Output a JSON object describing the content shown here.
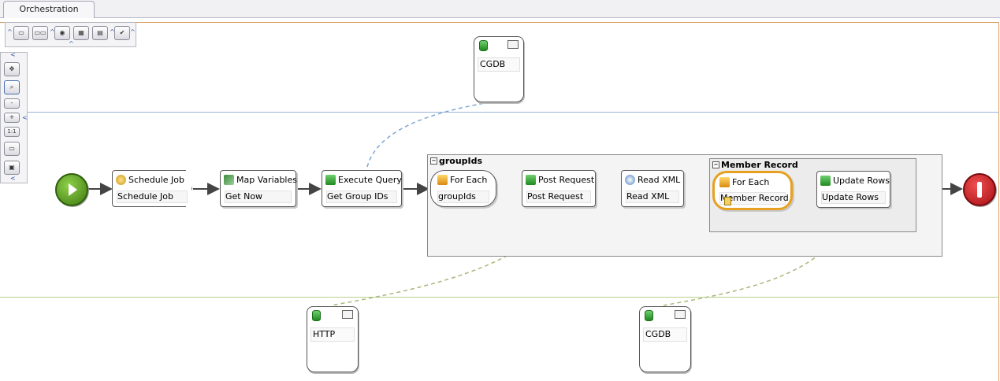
{
  "tab": {
    "label": "Orchestration"
  },
  "colors": {
    "lane_divider_blue": "#9bb3d9",
    "lane_divider_green": "#b7cf8a",
    "canvas_border": "#d9a067",
    "start": "#4a8a18",
    "stop": "#c4141c",
    "dashed_blue": "#7fa7d6",
    "dashed_green": "#a6b87a"
  },
  "toolbar_top": {
    "icons": [
      "collapse-icon",
      "horizontal-layout-icon",
      "lane-layout-icon",
      "eye-icon",
      "grid-icon",
      "page-icon",
      "validate-icon",
      "collapse-icon"
    ]
  },
  "zoom_toolbar": {
    "buttons": [
      {
        "name": "pan-icon",
        "label": ""
      },
      {
        "name": "zoom-icon",
        "label": ""
      },
      {
        "name": "zoom-out",
        "label": "-"
      },
      {
        "name": "zoom-in",
        "label": "+"
      },
      {
        "name": "actual-size",
        "label": "1:1"
      },
      {
        "name": "fit-icon",
        "label": ""
      },
      {
        "name": "fit-width-icon",
        "label": ""
      }
    ]
  },
  "connections_top": [
    {
      "label": "CGDB"
    }
  ],
  "connections_bottom": [
    {
      "label": "HTTP"
    },
    {
      "label": "CGDB"
    }
  ],
  "steps": {
    "schedule": {
      "title": "Schedule Job",
      "sub": "Schedule Job",
      "icon": "clock-icon"
    },
    "map": {
      "title": "Map Variables",
      "sub": "Get Now",
      "icon": "map-icon"
    },
    "query": {
      "title": "Execute Query",
      "sub": "Get Group IDs",
      "icon": "database-query-icon"
    },
    "foreach1": {
      "title": "For Each",
      "sub": "groupIds",
      "icon": "loop-icon"
    },
    "post": {
      "title": "Post Request",
      "sub": "Post Request",
      "icon": "request-icon"
    },
    "readxml": {
      "title": "Read XML",
      "sub": "Read XML",
      "icon": "xml-icon"
    },
    "foreach2": {
      "title": "For Each",
      "sub": "Member Record",
      "icon": "loop-icon"
    },
    "update": {
      "title": "Update Rows",
      "sub": "Update Rows",
      "icon": "database-update-icon"
    }
  },
  "groups": {
    "outer": "groupIds",
    "inner": "Member Record"
  }
}
